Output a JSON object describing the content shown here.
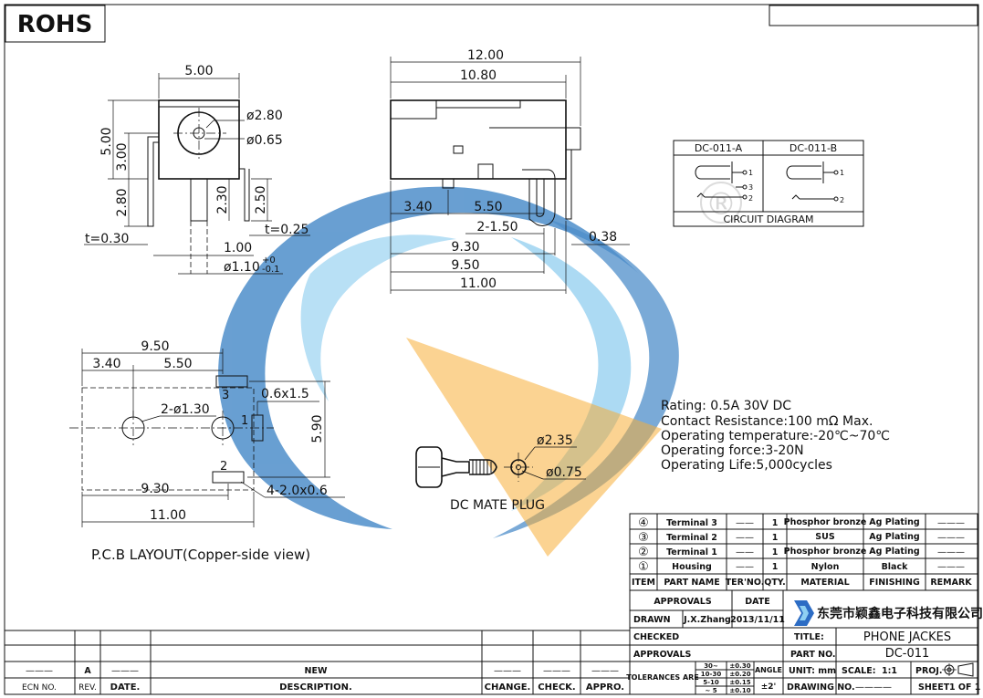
{
  "rohs_label": "ROHS",
  "watermark": {
    "blue": "#3b82c4",
    "light_blue": "#7cc4ec",
    "orange": "#f5a623",
    "registered_mark": "®"
  },
  "front_view": {
    "width_top": "5.00",
    "height_total": "5.00",
    "height_body": "3.00",
    "pin_length_left": "2.80",
    "pin_length_mid": "2.30",
    "pin_length_right": "2.50",
    "hole_outer": "ø2.80",
    "hole_inner": "ø0.65",
    "thickness_left": "t=0.30",
    "thickness_right": "t=0.25",
    "pin_width": "1.00",
    "pin_dia_base": "ø1.10",
    "pin_dia_tol_upper": "+0",
    "pin_dia_tol_lower": "-0.1"
  },
  "side_view": {
    "overall_length": "12.00",
    "body_length": "10.80",
    "pitch_a": "3.40",
    "pitch_b": "5.50",
    "pitch_c": "2-1.50",
    "offset": "0.38",
    "dist_a": "9.30",
    "dist_b": "9.50",
    "dist_c": "11.00"
  },
  "circuit": {
    "variant_a": "DC-011-A",
    "variant_b": "DC-011-B",
    "caption": "CIRCUIT DIAGRAM",
    "pin1": "1",
    "pin2": "2",
    "pin3": "3"
  },
  "pcb": {
    "dim_overall_top": "9.50",
    "dim_a": "3.40",
    "dim_b": "5.50",
    "hole_callout": "2-ø1.30",
    "slot_callout": "0.6x1.5",
    "height": "5.90",
    "dim_bottom_a": "9.30",
    "dim_bottom_b": "11.00",
    "slot_bottom_callout": "4-2.0x0.6",
    "pad1": "1",
    "pad2": "2",
    "pad3": "3",
    "caption": "P.C.B LAYOUT(Copper-side view)"
  },
  "specs": [
    "Rating: 0.5A  30V DC",
    "Contact  Resistance:100  mΩ  Max.",
    "Operating  temperature:-20℃~70℃",
    "Operating  force:3-20N",
    "Operating  Life:5,000cycles"
  ],
  "plug": {
    "dia_outer": "ø2.35",
    "dia_inner": "ø0.75",
    "caption": "DC  MATE  PLUG"
  },
  "bom": {
    "rows": [
      {
        "item": "④",
        "name": "Terminal 3",
        "ter": "——",
        "qty": "1",
        "material": "Phosphor bronze",
        "finish": "Ag Plating",
        "remark": "———"
      },
      {
        "item": "③",
        "name": "Terminal 2",
        "ter": "——",
        "qty": "1",
        "material": "SUS",
        "finish": "Ag Plating",
        "remark": "———"
      },
      {
        "item": "②",
        "name": "Terminal 1",
        "ter": "——",
        "qty": "1",
        "material": "Phosphor bronze",
        "finish": "Ag Plating",
        "remark": "———"
      },
      {
        "item": "①",
        "name": "Housing",
        "ter": "——",
        "qty": "1",
        "material": "Nylon",
        "finish": "Black",
        "remark": "———"
      }
    ],
    "header": {
      "item": "ITEM",
      "name": "PART NAME",
      "ter": "TER'NO.",
      "qty": "QTY.",
      "material": "MATERIAL",
      "finish": "FINISHING",
      "remark": "REMARK"
    }
  },
  "title_block": {
    "approvals_header": "APPROVALS",
    "date_header": "DATE",
    "drawn_label": "DRAWN",
    "drawn_by": "J.X.Zhang",
    "drawn_date": "2013/11/11",
    "checked_label": "CHECKED",
    "approvals_label": "APPROVALS",
    "company": "东莞市颖鑫电子科技有限公司",
    "title_label": "TITLE:",
    "title_value": "PHONE  JACKES",
    "part_no_label": "PART  NO.",
    "part_no_value": "DC-011",
    "tolerances_label": "TOLERANCES  ARE",
    "tol_ranges": [
      "30~",
      "10-30",
      "5-10",
      "~ 5"
    ],
    "tol_values": [
      "±0.30",
      "±0.20",
      "±0.15",
      "±0.10"
    ],
    "angle_label": "ANGLE",
    "angle_value": "±2'",
    "unit_label": "UNIT:  mm",
    "scale_label": "SCALE:",
    "scale_value": "1:1",
    "proj_label": "PROJ.",
    "drawing_no_label": "DRAWING  NO.",
    "drawing_no_value": "————",
    "sheet_label": "SHEET",
    "sheet_value": "1  OF  1"
  },
  "revision": {
    "ecn": "———",
    "rev": "A",
    "date": "———",
    "description": "NEW",
    "change": "———",
    "check": "———",
    "appro": "———",
    "h_ecn": "ECN  NO.",
    "h_rev": "REV.",
    "h_date": "DATE.",
    "h_desc": "DESCRIPTION.",
    "h_change": "CHANGE.",
    "h_check": "CHECK.",
    "h_appro": "APPRO."
  }
}
